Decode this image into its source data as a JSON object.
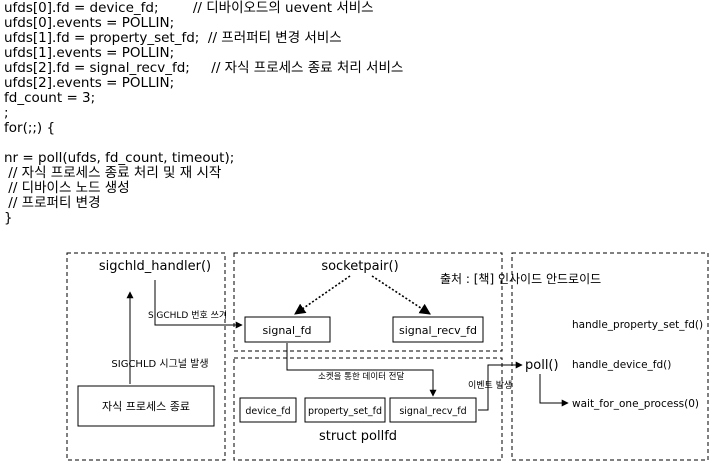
{
  "code_lines": [
    "ufds[0].fd = device_fd;        // 디바이오드의 uevent 서비스",
    "ufds[0].events = POLLIN;",
    "ufds[1].fd = property_set_fd;  // 프러퍼티 변경 서비스",
    "ufds[1].events = POLLIN;",
    "ufds[2].fd = signal_recv_fd;     // 자식 프로세스 종료 처리 서비스",
    "ufds[2].events = POLLIN;",
    "fd_count = 3;",
    ";",
    "for(;;) {",
    "",
    "nr = poll(ufds, fd_count, timeout);",
    " // 자식 프로세스 종료 처리 및 재 시작",
    " // 디바이스 노드 생성",
    " // 프로퍼티 변경",
    "}"
  ],
  "diagram": {
    "source_note": "출처 : [책] 인사이드 안드로이드",
    "sigchld_handler": "sigchld_handler()",
    "socketpair": "socketpair()",
    "signal_fd": "signal_fd",
    "signal_recv_fd_top": "signal_recv_fd",
    "sigchld_write": "SIGCHLD 번호 쓰기",
    "sigchld_signal": "SIGCHLD 시그널 발생",
    "child_exit": "자식 프로세스 종료",
    "socket_transfer": "소켓을 통한 데이터 전달",
    "event_occur": "이벤트 발생",
    "device_fd": "device_fd",
    "property_set_fd": "property_set_fd",
    "signal_recv_fd_bottom": "signal_recv_fd",
    "struct_pollfd": "struct pollfd",
    "poll": "poll()",
    "handle_property": "handle_property_set_fd()",
    "handle_device": "handle_device_fd()",
    "wait_process": "wait_for_one_process(0)"
  }
}
